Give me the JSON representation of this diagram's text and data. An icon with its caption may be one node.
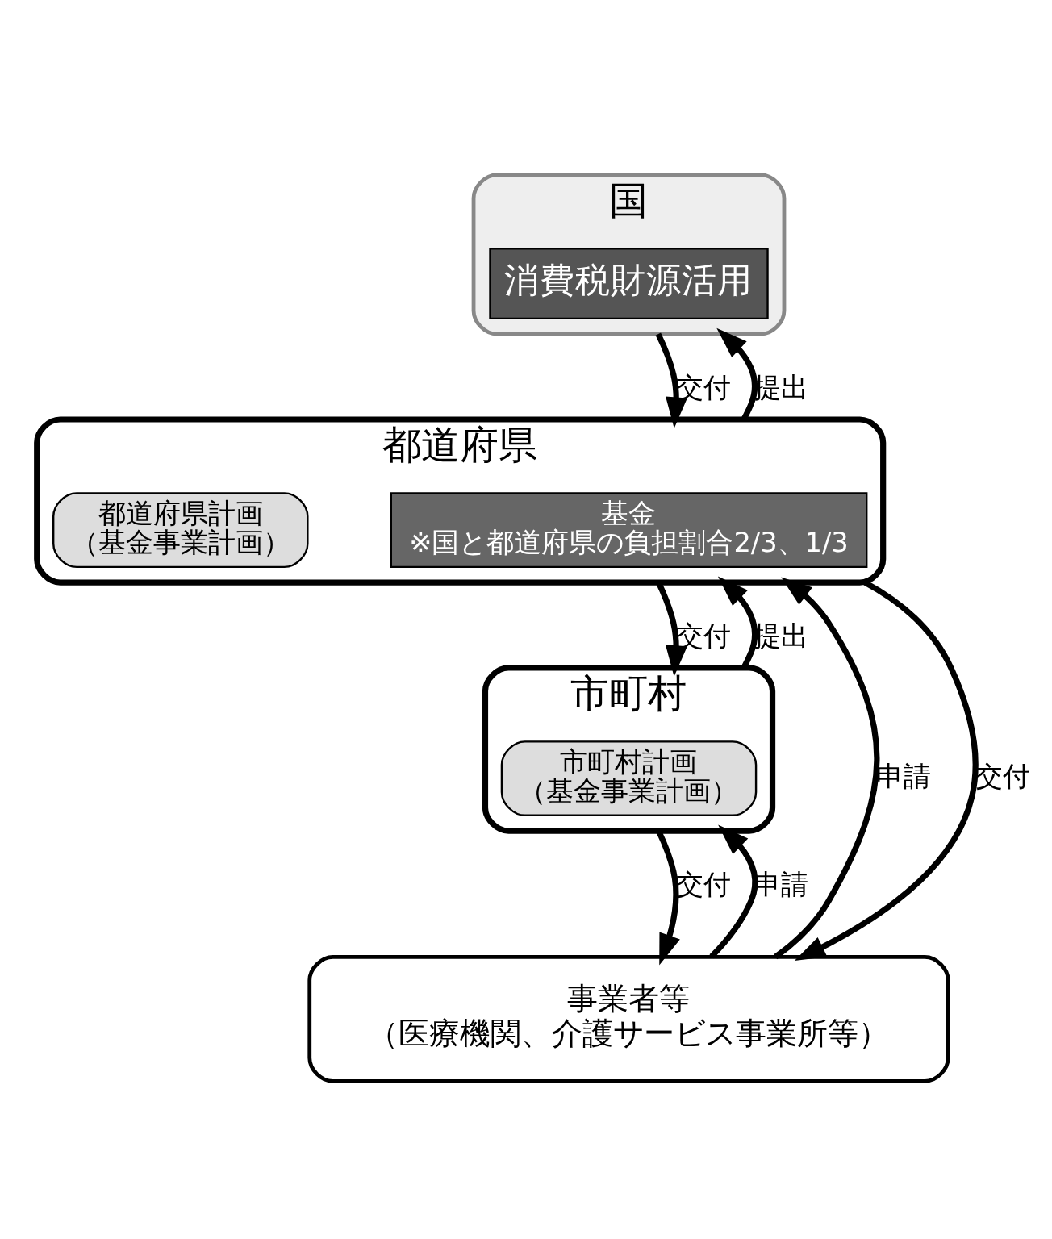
{
  "diagram": {
    "nodes": [
      {
        "text": [
          "国"
        ]
      },
      {
        "text": [
          "消費税財源活用"
        ],
        "in": 0
      },
      {
        "text": [
          "都道府県"
        ]
      },
      {
        "text": [
          "基金",
          "※国と都道府県の負担割合2/3、1/3"
        ],
        "in": 2
      },
      {
        "text": [
          "都道府県計画",
          "（基金事業計画）"
        ],
        "in": 2
      },
      {
        "text": [
          "市町村"
        ]
      },
      {
        "text": [
          "市町村計画",
          "（基金事業計画）"
        ],
        "in": 5
      },
      {
        "text": [
          "事業者等",
          "（医療機関、介護サービス事業所等）"
        ]
      }
    ],
    "edges": [
      {
        "from": 0,
        "to": 2,
        "arrow": "to",
        "label": "交付"
      },
      {
        "from": 2,
        "to": 0,
        "arrow": "to",
        "label": "提出"
      },
      {
        "from": 2,
        "to": 5,
        "arrow": "to",
        "label": "交付"
      },
      {
        "from": 5,
        "to": 2,
        "arrow": "to",
        "label": "提出"
      },
      {
        "from": 7,
        "to": 2,
        "arrow": "to",
        "label": "申請"
      },
      {
        "from": 2,
        "to": 7,
        "arrow": "to",
        "label": "交付"
      },
      {
        "from": 5,
        "to": 7,
        "arrow": "to",
        "label": "交付"
      },
      {
        "from": 7,
        "to": 5,
        "arrow": "to",
        "label": "申請"
      }
    ]
  }
}
